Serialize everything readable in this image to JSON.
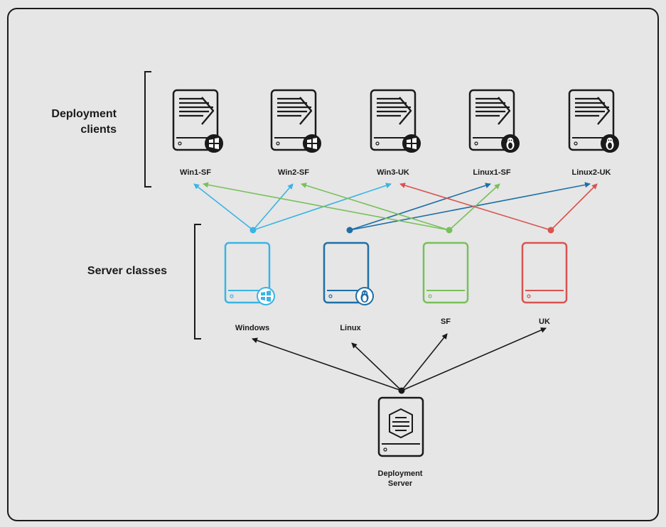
{
  "groups": {
    "deployment_clients": "Deployment\nclients",
    "server_classes": "Server classes"
  },
  "clients": [
    {
      "label": "Win1-SF",
      "os": "windows-icon"
    },
    {
      "label": "Win2-SF",
      "os": "windows-icon"
    },
    {
      "label": "Win3-UK",
      "os": "windows-icon"
    },
    {
      "label": "Linux1-SF",
      "os": "linux-icon"
    },
    {
      "label": "Linux2-UK",
      "os": "linux-icon"
    }
  ],
  "server_classes": [
    {
      "label": "Windows",
      "color": "#3ab4e4",
      "badge": "windows-icon"
    },
    {
      "label": "Linux",
      "color": "#1f6fa6",
      "badge": "linux-icon"
    },
    {
      "label": "SF",
      "color": "#78c05a",
      "badge": ""
    },
    {
      "label": "UK",
      "color": "#d9534f",
      "badge": ""
    }
  ],
  "deployment_server": {
    "label": "Deployment\nServer",
    "color": "#1a1a1a"
  },
  "class_to_client_links": [
    {
      "from": "Windows",
      "to": [
        "Win1-SF",
        "Win2-SF",
        "Win3-UK"
      ]
    },
    {
      "from": "Linux",
      "to": [
        "Linux1-SF",
        "Linux2-UK"
      ]
    },
    {
      "from": "SF",
      "to": [
        "Win1-SF",
        "Win2-SF",
        "Linux1-SF"
      ]
    },
    {
      "from": "UK",
      "to": [
        "Win3-UK",
        "Linux2-UK"
      ]
    }
  ],
  "server_to_class_links": [
    "Windows",
    "Linux",
    "SF",
    "UK"
  ]
}
